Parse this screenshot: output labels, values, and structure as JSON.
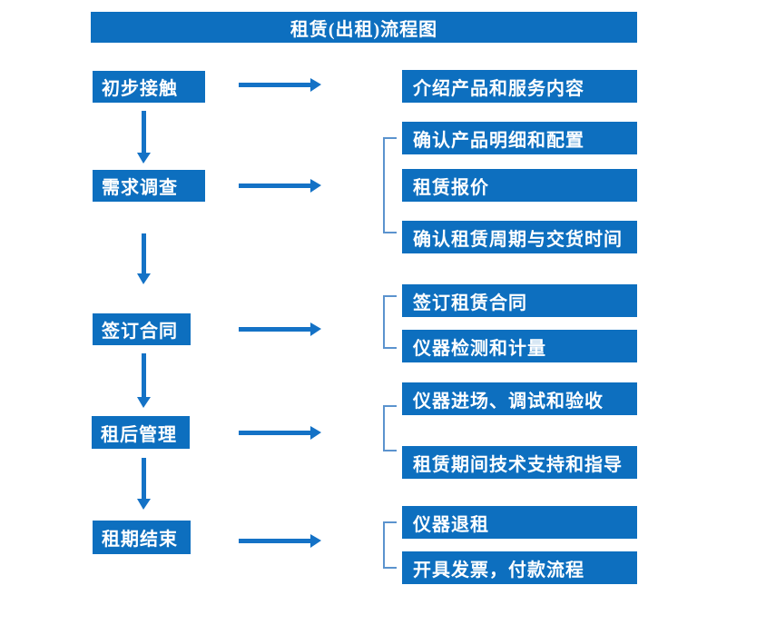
{
  "title": "租赁(出租)流程图",
  "colors": {
    "box_fill": "#0d6fbf",
    "arrow": "#1472c6",
    "bracket": "#5b93ce",
    "text": "#ffffff",
    "background": "#ffffff"
  },
  "stages": [
    {
      "label": "初步接触",
      "outputs": [
        "介绍产品和服务内容"
      ]
    },
    {
      "label": "需求调查",
      "outputs": [
        "确认产品明细和配置",
        "租赁报价",
        "确认租赁周期与交货时间"
      ]
    },
    {
      "label": "签订合同",
      "outputs": [
        "签订租赁合同",
        "仪器检测和计量"
      ]
    },
    {
      "label": "租后管理",
      "outputs": [
        "仪器进场、调试和验收",
        "租赁期间技术支持和指导"
      ]
    },
    {
      "label": "租期结束",
      "outputs": [
        "仪器退租",
        "开具发票，付款流程"
      ]
    }
  ]
}
